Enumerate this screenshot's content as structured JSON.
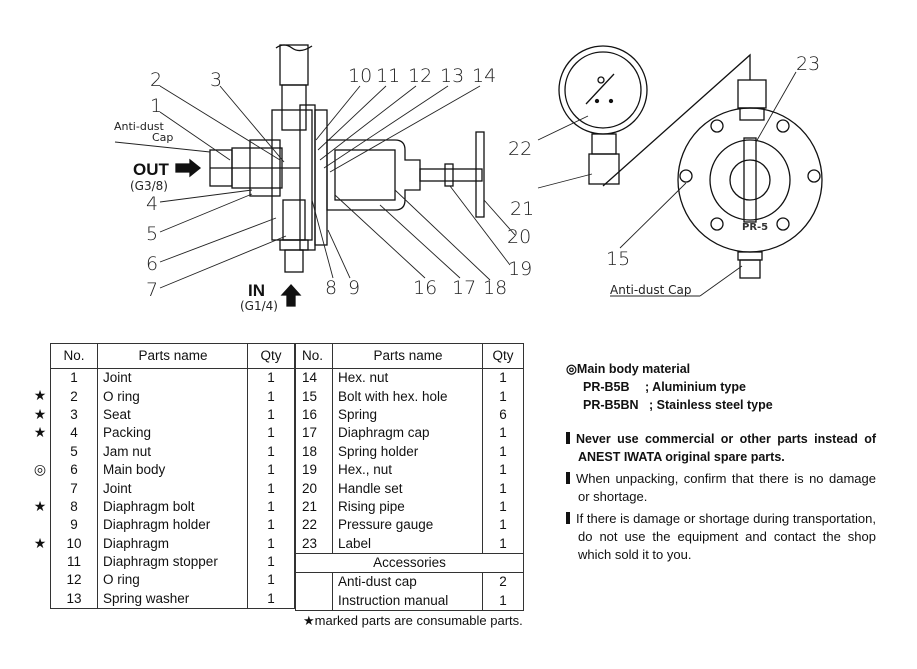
{
  "diagram": {
    "left_view": {
      "callouts": [
        "1",
        "2",
        "3",
        "4",
        "5",
        "6",
        "7",
        "8",
        "9",
        "10",
        "11",
        "12",
        "13",
        "14",
        "16",
        "17",
        "18",
        "19",
        "20"
      ],
      "anti_dust_cap_label": [
        "Anti-dust",
        "Cap"
      ],
      "out_label": "OUT",
      "out_thread": "(G3/8)",
      "in_label": "IN",
      "in_thread": "(G1/4)"
    },
    "right_view": {
      "callouts": [
        "21",
        "22",
        "23",
        "15"
      ],
      "anti_dust_cap_label": "Anti-dust Cap",
      "body_marking": "PR-5"
    }
  },
  "parts_table_headers": {
    "no": "No.",
    "name": "Parts name",
    "qty": "Qty"
  },
  "parts_left": [
    {
      "mark": "",
      "no": "1",
      "name": "Joint",
      "qty": "1"
    },
    {
      "mark": "★",
      "no": "2",
      "name": "O  ring",
      "qty": "1"
    },
    {
      "mark": "★",
      "no": "3",
      "name": "Seat",
      "qty": "1"
    },
    {
      "mark": "★",
      "no": "4",
      "name": "Packing",
      "qty": "1"
    },
    {
      "mark": "",
      "no": "5",
      "name": "Jam nut",
      "qty": "1"
    },
    {
      "mark": "◎",
      "no": "6",
      "name": "Main body",
      "qty": "1"
    },
    {
      "mark": "",
      "no": "7",
      "name": "Joint",
      "qty": "1"
    },
    {
      "mark": "★",
      "no": "8",
      "name": "Diaphragm bolt",
      "qty": "1"
    },
    {
      "mark": "",
      "no": "9",
      "name": "Diaphragm holder",
      "qty": "1"
    },
    {
      "mark": "★",
      "no": "10",
      "name": "Diaphragm",
      "qty": "1"
    },
    {
      "mark": "",
      "no": "11",
      "name": "Diaphragm stopper",
      "qty": "1"
    },
    {
      "mark": "",
      "no": "12",
      "name": "O  ring",
      "qty": "1"
    },
    {
      "mark": "",
      "no": "13",
      "name": "Spring washer",
      "qty": "1"
    }
  ],
  "parts_right": [
    {
      "no": "14",
      "name": "Hex. nut",
      "qty": "1"
    },
    {
      "no": "15",
      "name": "Bolt with hex. hole",
      "qty": "1"
    },
    {
      "no": "16",
      "name": "Spring",
      "qty": "6"
    },
    {
      "no": "17",
      "name": "Diaphragm cap",
      "qty": "1"
    },
    {
      "no": "18",
      "name": "Spring holder",
      "qty": "1"
    },
    {
      "no": "19",
      "name": "Hex., nut",
      "qty": "1"
    },
    {
      "no": "20",
      "name": "Handle set",
      "qty": "1"
    },
    {
      "no": "21",
      "name": "Rising pipe",
      "qty": "1"
    },
    {
      "no": "22",
      "name": "Pressure gauge",
      "qty": "1"
    },
    {
      "no": "23",
      "name": "Label",
      "qty": "1"
    }
  ],
  "accessories": {
    "header": "Accessories",
    "items": [
      {
        "name": "Anti-dust cap",
        "qty": "2"
      },
      {
        "name": "Instruction manual",
        "qty": "1"
      }
    ]
  },
  "footnote": "★marked parts are consumable parts.",
  "notes": {
    "material_title": "◎Main body material",
    "materials": [
      {
        "model": "PR-B5B",
        "desc": "; Aluminium type"
      },
      {
        "model": "PR-B5BN",
        "desc": "; Stainless steel type"
      }
    ],
    "warning_bold": "Never use commercial or other parts instead of ANEST IWATA original spare parts.",
    "warning_unpacking": "When unpacking, confirm that there is no damage or shortage.",
    "warning_transport": "If there is damage or shortage during transportation, do not use the equipment and contact the shop which sold it to you."
  }
}
